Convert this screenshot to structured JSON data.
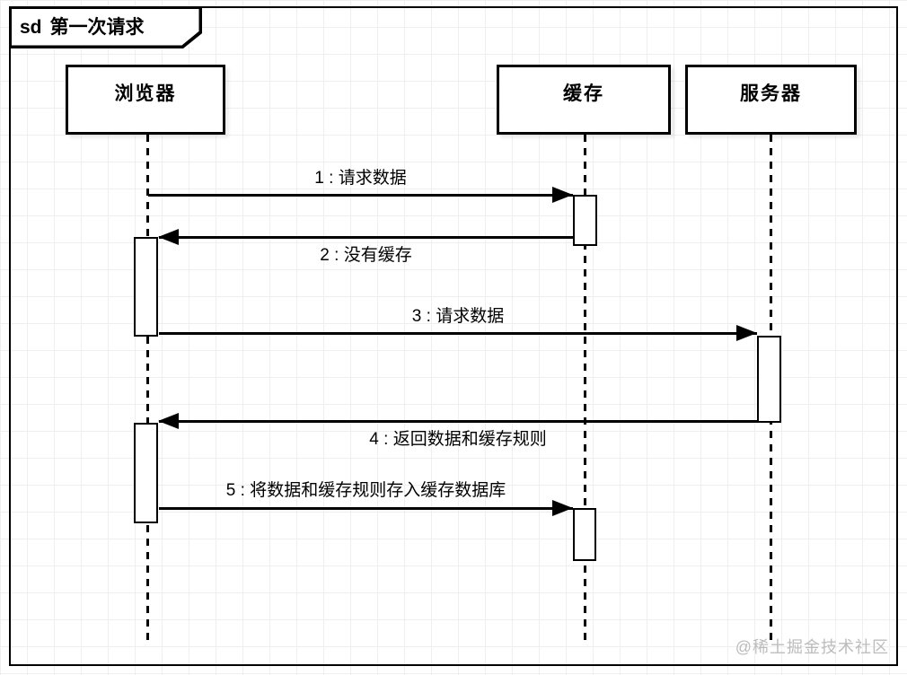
{
  "frame": {
    "keyword": "sd",
    "title": "第一次请求"
  },
  "lifelines": [
    {
      "name": "浏览器"
    },
    {
      "name": "缓存"
    },
    {
      "name": "服务器"
    }
  ],
  "messages": [
    {
      "label": "1 : 请求数据",
      "from": "浏览器",
      "to": "缓存"
    },
    {
      "label": "2 : 没有缓存",
      "from": "缓存",
      "to": "浏览器"
    },
    {
      "label": "3 : 请求数据",
      "from": "浏览器",
      "to": "服务器"
    },
    {
      "label": "4 : 返回数据和缓存规则",
      "from": "服务器",
      "to": "浏览器"
    },
    {
      "label": "5 : 将数据和缓存规则存入缓存数据库",
      "from": "浏览器",
      "to": "缓存"
    }
  ],
  "watermark": "@稀土掘金技术社区",
  "colors": {
    "line": "#000000",
    "background": "#ffffff",
    "grid": "#efefef",
    "watermark": "#bcbcbc"
  }
}
